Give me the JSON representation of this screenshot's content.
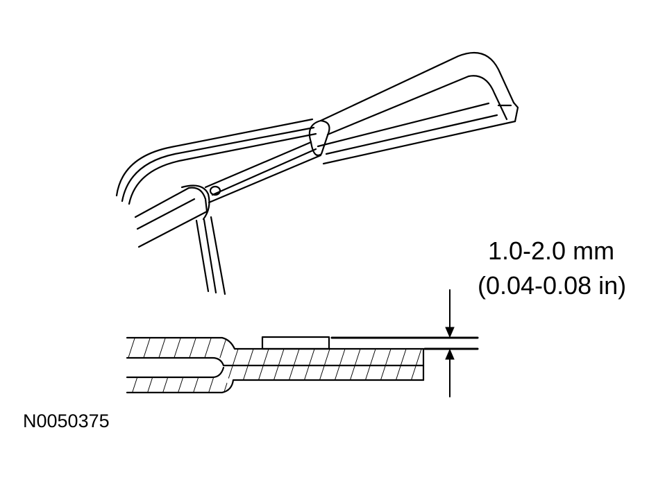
{
  "diagram": {
    "measurement_mm": "1.0-2.0 mm",
    "measurement_in": "(0.04-0.08 in)",
    "figure_id": "N0050375"
  },
  "colors": {
    "line": "#000000",
    "background": "#ffffff"
  },
  "icons": [
    "pliers-icon",
    "tube-cross-section-icon",
    "dimension-arrow-icon"
  ]
}
